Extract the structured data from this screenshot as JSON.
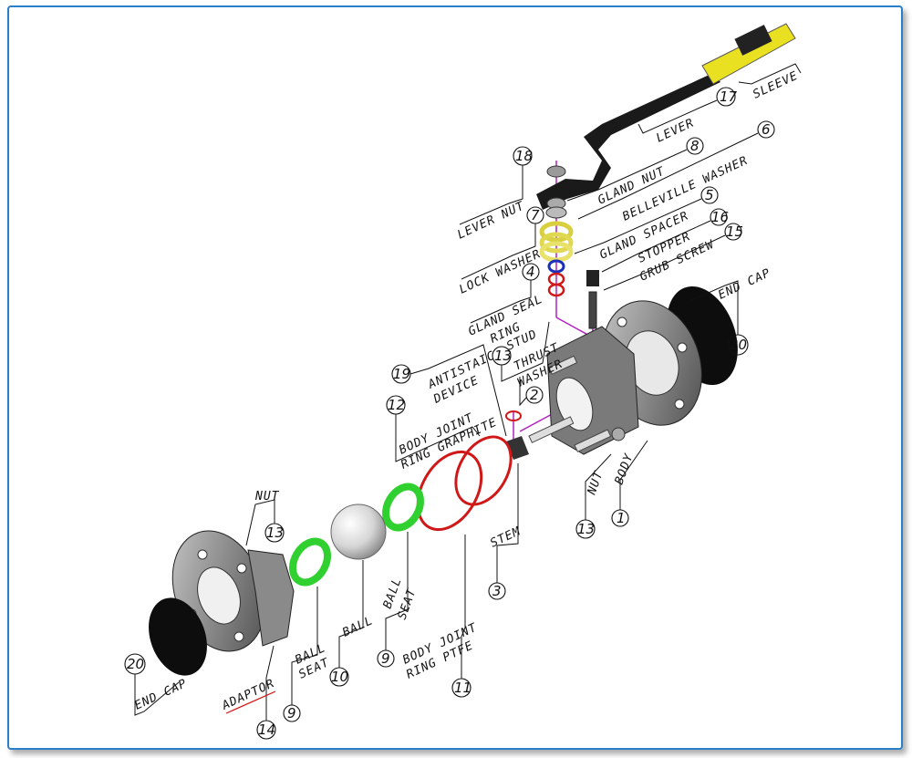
{
  "parts": [
    {
      "num": "17",
      "label": "LEVER"
    },
    {
      "num": "",
      "label": "SLEEVE"
    },
    {
      "num": "18",
      "label": "LEVER NUT"
    },
    {
      "num": "8",
      "label": "GLAND NUT"
    },
    {
      "num": "6",
      "label": "BELLEVILLE WASHER"
    },
    {
      "num": "7",
      "label": "LOCK WASHER"
    },
    {
      "num": "5",
      "label": "GLAND SPACER"
    },
    {
      "num": "4",
      "label": "GLAND SEAL"
    },
    {
      "num": "",
      "label": "RING"
    },
    {
      "num": "16",
      "label": "STOPPER"
    },
    {
      "num": "15",
      "label": "GRUB SCREW"
    },
    {
      "num": "20",
      "label": "END CAP"
    },
    {
      "num": "13",
      "label": "STUD"
    },
    {
      "num": "2",
      "label": "THRUST"
    },
    {
      "num": "",
      "label": "WASHER"
    },
    {
      "num": "19",
      "label": "ANTISTAIC"
    },
    {
      "num": "",
      "label": "DEVICE"
    },
    {
      "num": "12",
      "label": "BODY JOINT"
    },
    {
      "num": "",
      "label": "RING GRAPHITE"
    },
    {
      "num": "13",
      "label": "NUT"
    },
    {
      "num": "1",
      "label": "BODY"
    },
    {
      "num": "3",
      "label": "STEM"
    },
    {
      "num": "13",
      "label": "NUT"
    },
    {
      "num": "9",
      "label": "BALL"
    },
    {
      "num": "",
      "label": "SEAT"
    },
    {
      "num": "10",
      "label": "BALL"
    },
    {
      "num": "11",
      "label": "BODY JOINT"
    },
    {
      "num": "",
      "label": "RING PTFE"
    },
    {
      "num": "9",
      "label": "BALL"
    },
    {
      "num": "",
      "label": "SEAT"
    },
    {
      "num": "14",
      "label": "ADAPTOR"
    },
    {
      "num": "20",
      "label": "END CAP"
    }
  ],
  "colors": {
    "frame": "#2a7fc9",
    "sleeve": "#e8e020",
    "lever": "#1a1a1a",
    "ball_seat": "#2fd02f",
    "ptfe_ring": "#d01818",
    "gland_seal": "#1c2fb8",
    "belleville": "#e8e26a",
    "body_metal": "#8a8a8a",
    "end_cap": "#0d0d0d",
    "axis_line": "#b020c0"
  }
}
